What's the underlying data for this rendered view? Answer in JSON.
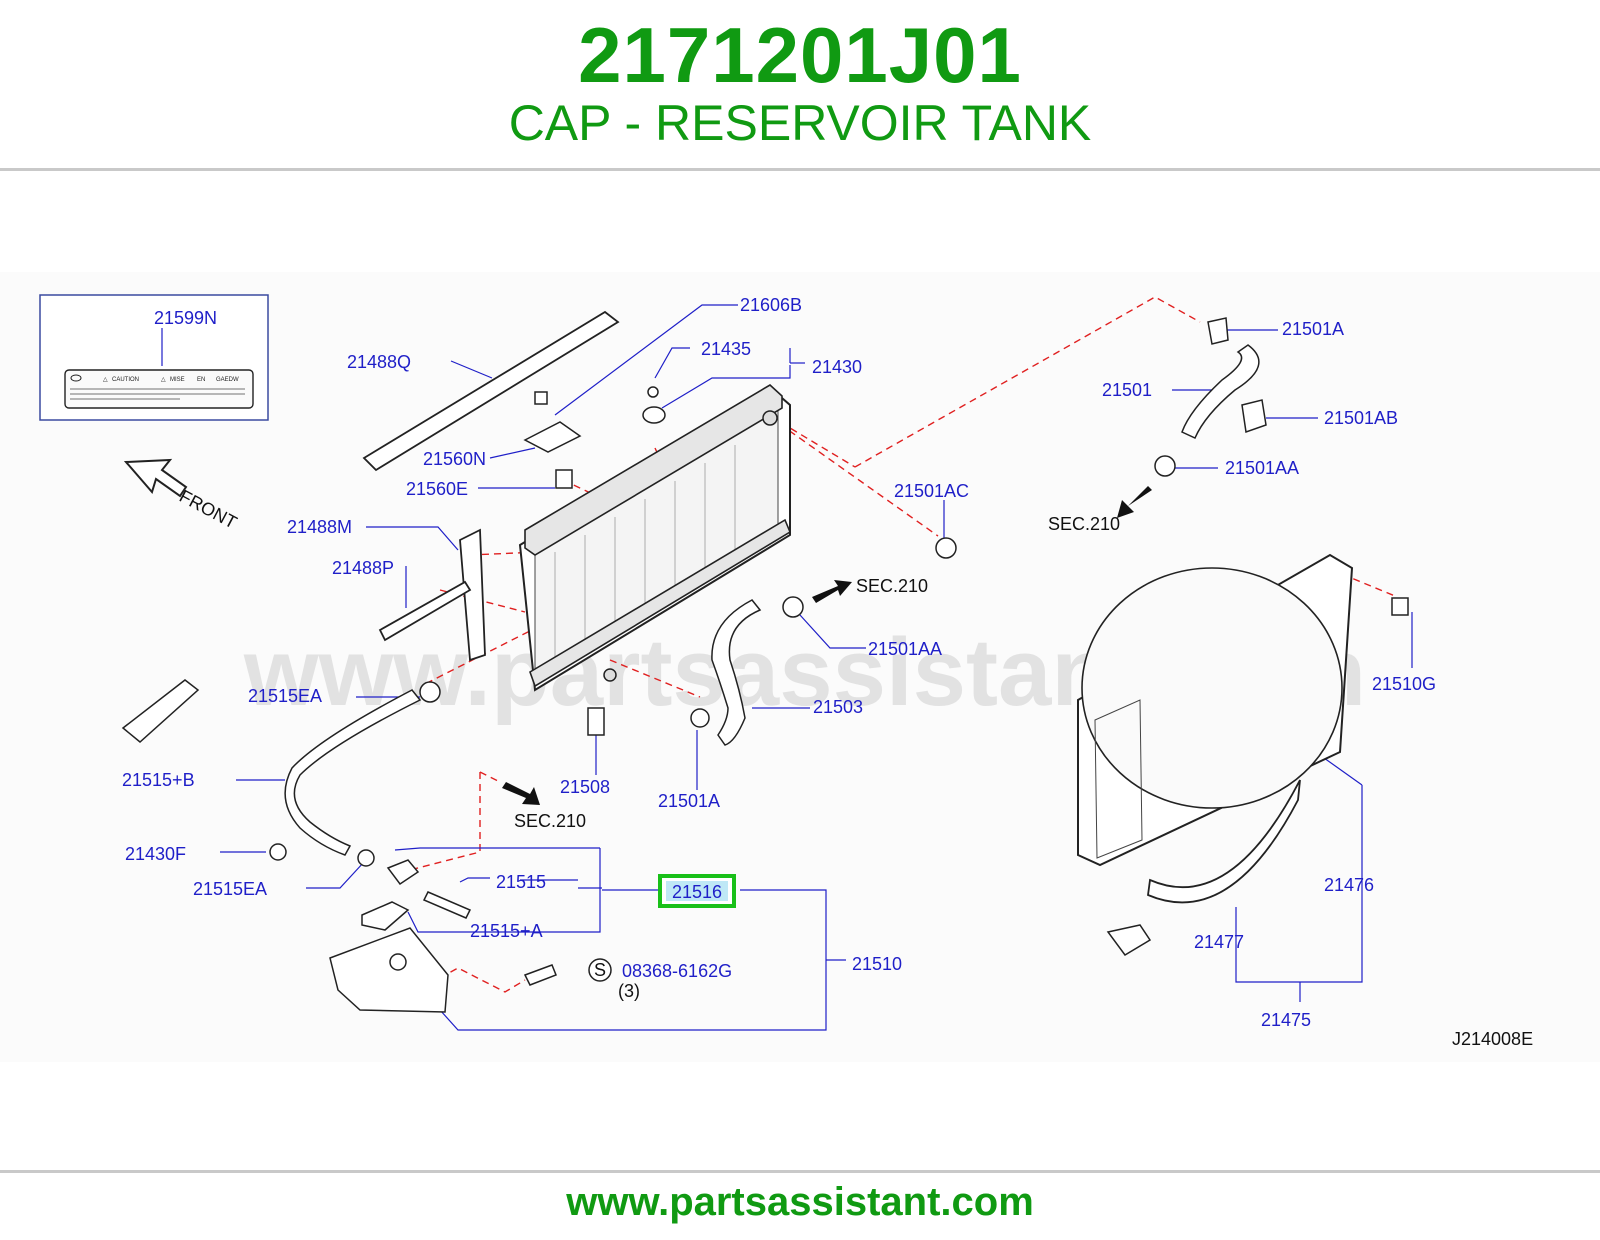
{
  "header": {
    "part_number": "2171201J01",
    "part_name": "CAP - RESERVOIR TANK"
  },
  "diagram": {
    "watermark": "www.partsassistant.com",
    "front_label": "FRONT",
    "diagram_code": "J214008E",
    "highlight_color": "#19c019",
    "label_color": "#1f1fc8",
    "leader_color": "#1f1fc8",
    "dash_color": "#e02020",
    "inset": {
      "label": "21599N",
      "sticker_texts": [
        "CAUTION",
        "MISE",
        "EN",
        "GAEDW"
      ]
    },
    "callouts": {
      "c21606B": "21606B",
      "c21435": "21435",
      "c21430": "21430",
      "c21488Q": "21488Q",
      "c21560N": "21560N",
      "c21560E": "21560E",
      "c21488M": "21488M",
      "c21488P": "21488P",
      "c21501A_top": "21501A",
      "c21501": "21501",
      "c21501AB": "21501AB",
      "c21501AA_top": "21501AA",
      "c21501AC": "21501AC",
      "c21501AA_mid": "21501AA",
      "c21503": "21503",
      "c21515EA_top": "21515EA",
      "c21515B": "21515+B",
      "c21508": "21508",
      "c21501A_low": "21501A",
      "c21430F": "21430F",
      "c21515EA_low": "21515EA",
      "c21515": "21515",
      "c21516": "21516",
      "c21515A": "21515+A",
      "c21510": "21510",
      "c08368": "08368-6162G",
      "c08368_qty": "(3)",
      "c08368_symbol": "S",
      "c21510G": "21510G",
      "c21476": "21476",
      "c21477": "21477",
      "c21475": "21475"
    },
    "section_refs": {
      "sec_right_top": "SEC.210",
      "sec_mid": "SEC.210",
      "sec_low": "SEC.210"
    }
  },
  "footer": {
    "url": "www.partsassistant.com"
  }
}
